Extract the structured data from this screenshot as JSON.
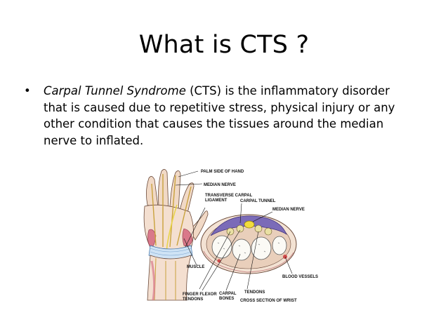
{
  "slide": {
    "title": "What is CTS ?",
    "bullet_symbol": "•",
    "bullet": {
      "term": "Carpal Tunnel Syndrome",
      "text": " (CTS) is the inflammatory disorder that is caused due to repetitive stress, physical injury or any other condition that causes the tissues around the median nerve to inflated."
    }
  },
  "figure": {
    "labels": {
      "palm_side": "PALM SIDE OF HAND",
      "median_nerve_top": "MEDIAN NERVE",
      "transverse_1": "TRANSVERSE CARPAL",
      "transverse_2": "LIGAMENT",
      "carpal_tunnel": "CARPAL TUNNEL",
      "median_nerve_right": "MEDIAN NERVE",
      "muscle": "MUSCLE",
      "blood_vessels": "BLOOD VESSELS",
      "finger_flexor_1": "FINGER FLEXOR",
      "finger_flexor_2": "TENDONS",
      "carpal_bones_1": "CARPAL",
      "carpal_bones_2": "BONES",
      "tendons": "TENDONS",
      "cross_section": "CROSS SECTION OF WRIST"
    }
  }
}
